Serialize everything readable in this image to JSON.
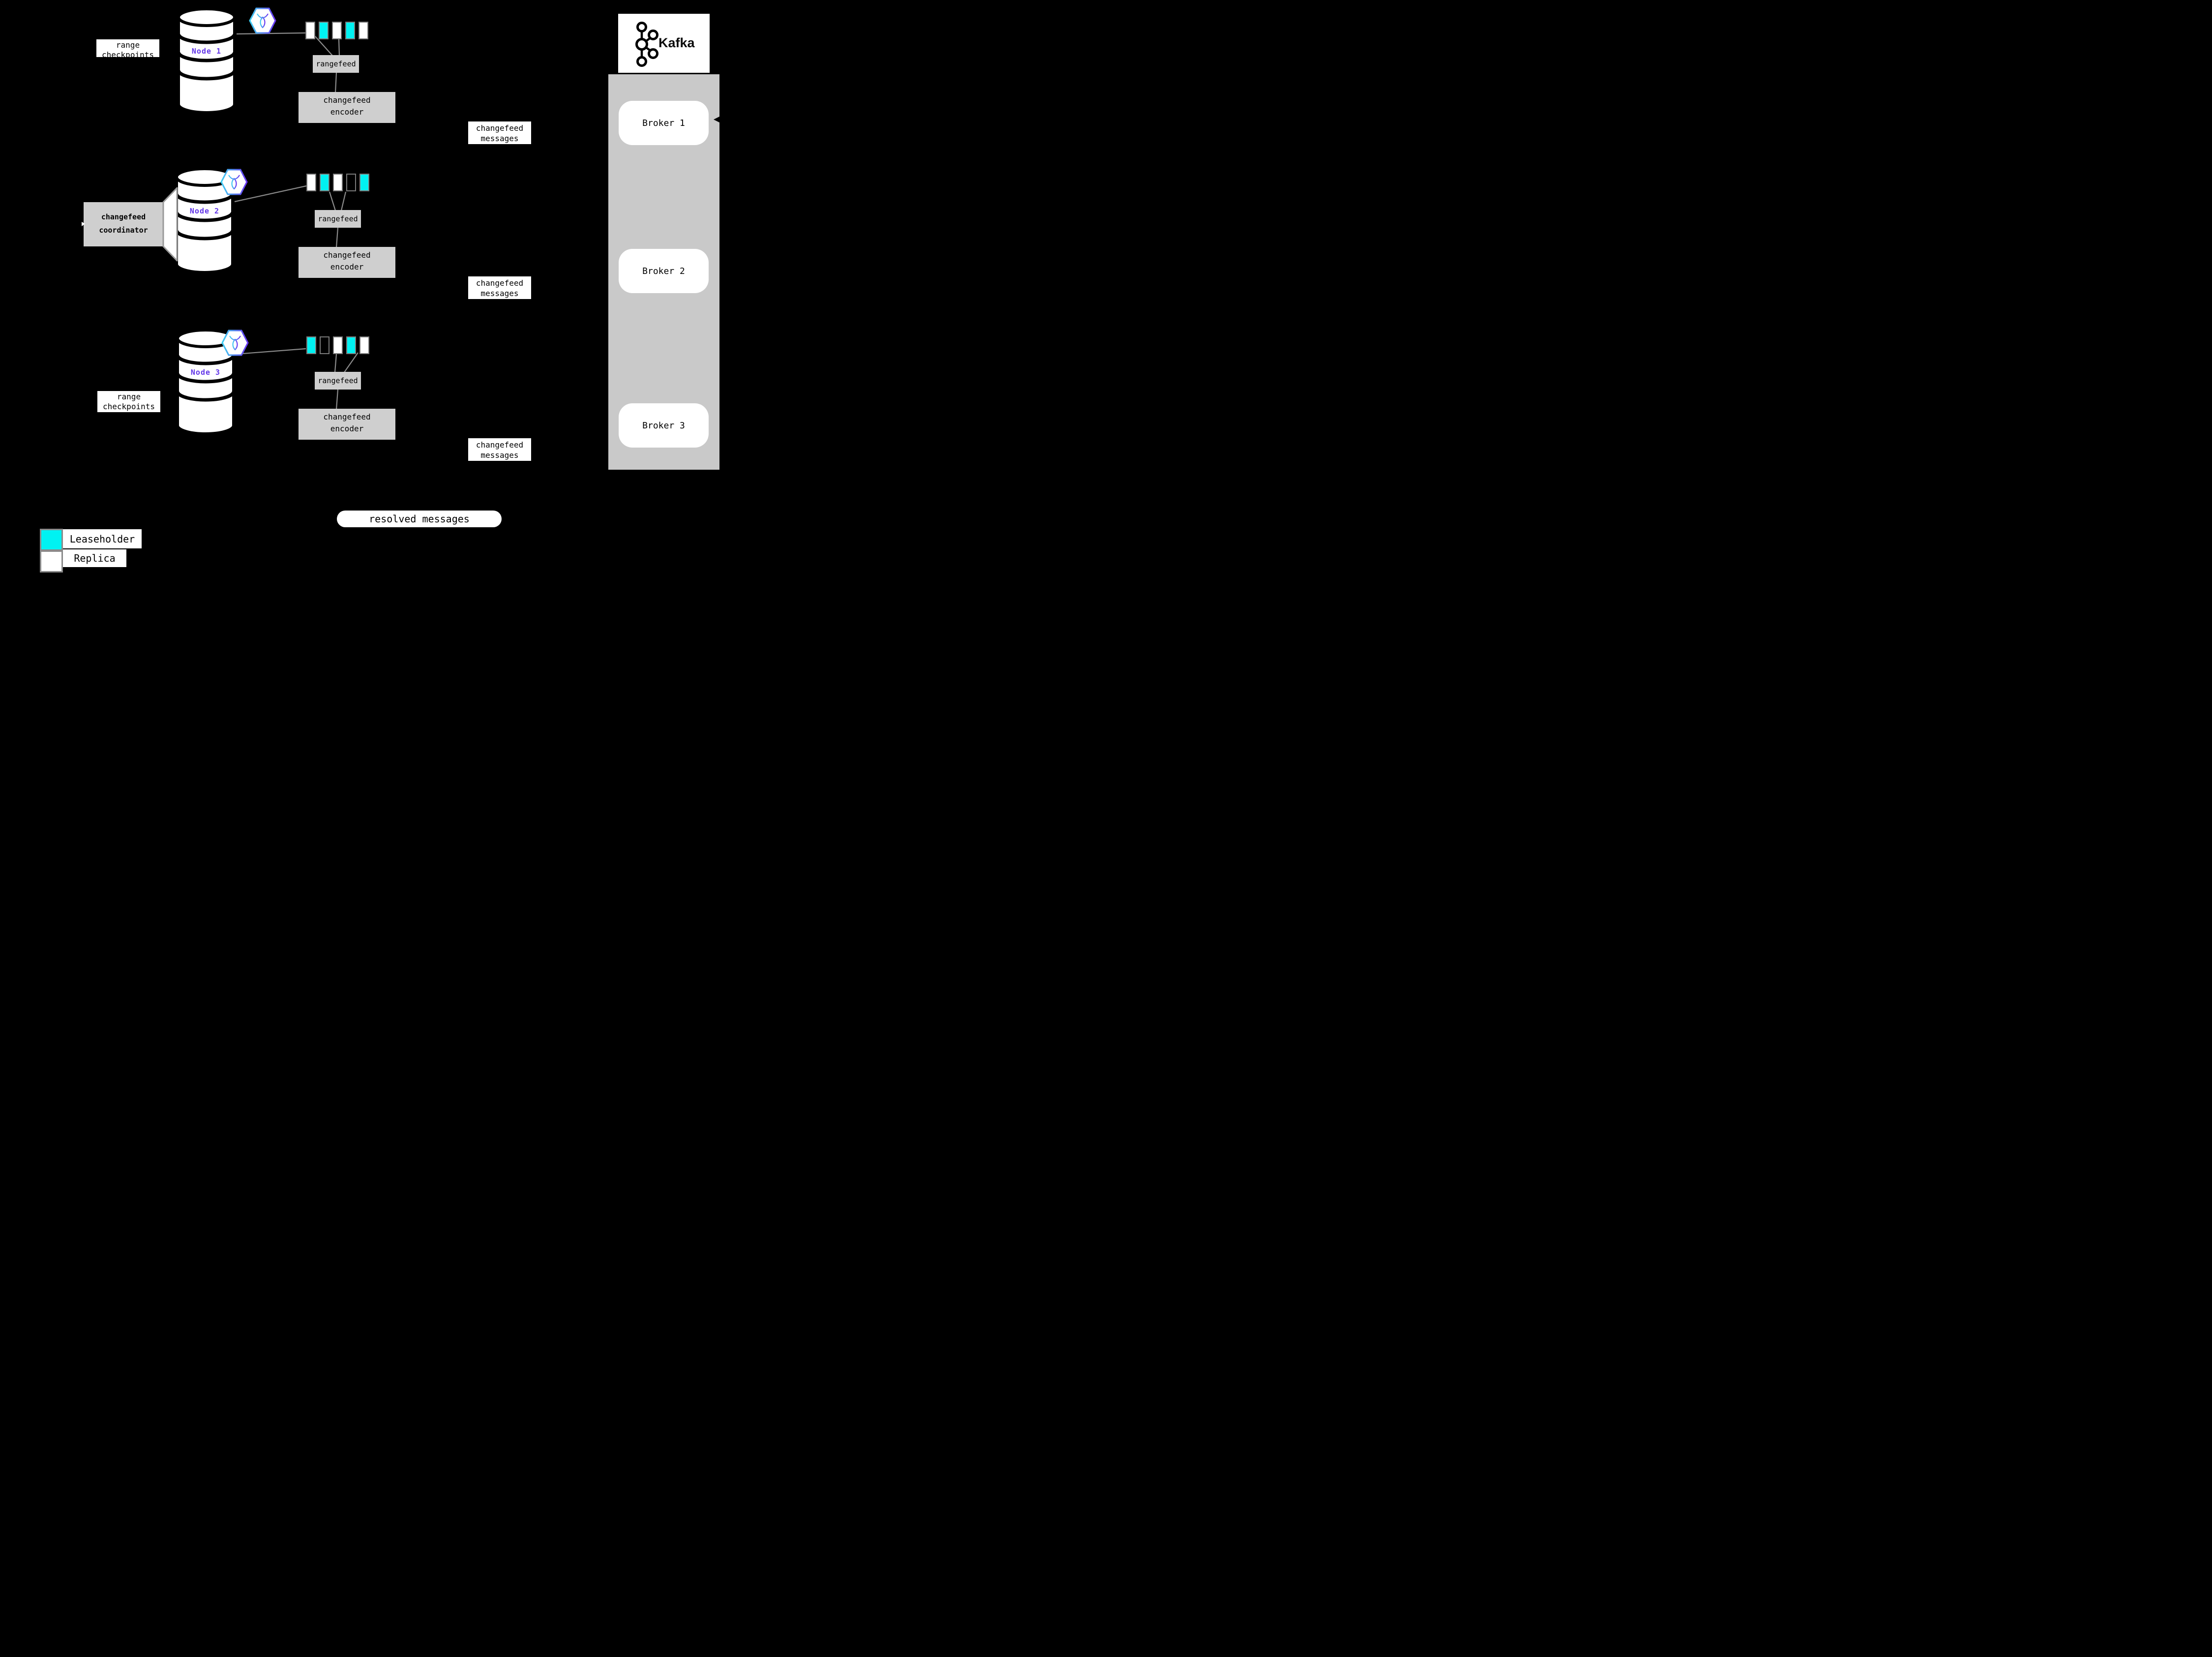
{
  "colors": {
    "background": "#000000",
    "leaseholder": "#00F2F2",
    "replica": "#FFFFFF",
    "box_gray": "#CFCFCF",
    "container_gray": "#C9C9C9",
    "connector_gray": "#8C8C8C",
    "node_label_purple": "#6236E8",
    "hexagon_gradient": [
      "#3ECFF2",
      "#6A35F2"
    ]
  },
  "nodes": [
    {
      "label": "Node 1",
      "ranges": [
        "replica",
        "leaseholder",
        "replica",
        "leaseholder",
        "replica"
      ]
    },
    {
      "label": "Node 2",
      "ranges": [
        "replica",
        "leaseholder",
        "replica",
        "empty",
        "leaseholder"
      ]
    },
    {
      "label": "Node 3",
      "ranges": [
        "leaseholder",
        "empty",
        "replica",
        "leaseholder",
        "replica"
      ]
    }
  ],
  "labels": {
    "checkpoints_lines": [
      "range",
      "checkpoints"
    ],
    "rangefeed": "rangefeed",
    "encoder_lines": [
      "changefeed",
      "encoder"
    ],
    "messages_lines": [
      "changefeed",
      "messages"
    ],
    "coordinator_lines": [
      "changefeed",
      "coordinator"
    ],
    "resolved_messages": "resolved messages"
  },
  "kafka": {
    "title": "Kafka",
    "brokers": [
      {
        "label": "Broker 1"
      },
      {
        "label": "Broker 2"
      },
      {
        "label": "Broker 3"
      }
    ]
  },
  "legend": {
    "items": [
      {
        "label": "Leaseholder",
        "type": "leaseholder"
      },
      {
        "label": "Replica",
        "type": "replica"
      }
    ]
  }
}
